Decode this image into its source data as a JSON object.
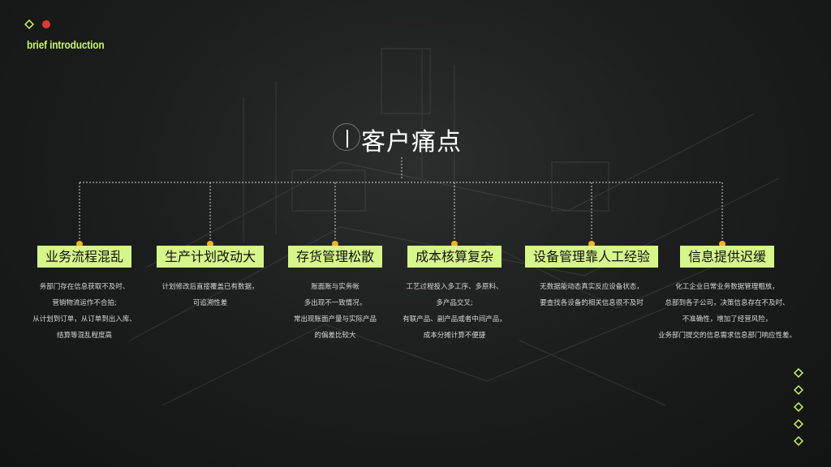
{
  "brand": "brief introduction",
  "title": "客户痛点",
  "colors": {
    "accent": "#c8f26b",
    "label_bg": "#d6f58a",
    "dot": "#f5b324",
    "red_dot": "#e23a2f"
  },
  "columns": [
    {
      "title": "业务流程混乱",
      "lines": [
        "务部门存在信息获取不及时、",
        "营销物流运作不合拍;",
        "从计划到订单，从订单到出入库、",
        "结算等混乱程度高"
      ]
    },
    {
      "title": "生产计划改动大",
      "lines": [
        "计划修改后直接覆盖已有数据，",
        "可追溯性差"
      ]
    },
    {
      "title": "存货管理松散",
      "lines": [
        "账面账与实务帐",
        "多出现不一致情况，",
        "常出现账面产量与实际产品",
        "的偏差比较大"
      ]
    },
    {
      "title": "成本核算复杂",
      "lines": [
        "工艺过程投入多工序、多原料、",
        "多产品交叉;",
        "有联产品、副产品或者中间产品，",
        "成本分摊计算不便捷"
      ]
    },
    {
      "title": "设备管理靠人工经验",
      "lines": [
        "无数据能动态真实反应设备状态，",
        "要查找各设备的相关信息很不及时"
      ]
    },
    {
      "title": "信息提供迟缓",
      "lines": [
        "化工企业日常业务数据管理粗放，",
        "总部到各子公司，决策信息存在不及时、",
        "不准确性，增加了经营风险，",
        "业务部门提交的信息需求信息部门响应性差。"
      ]
    }
  ]
}
